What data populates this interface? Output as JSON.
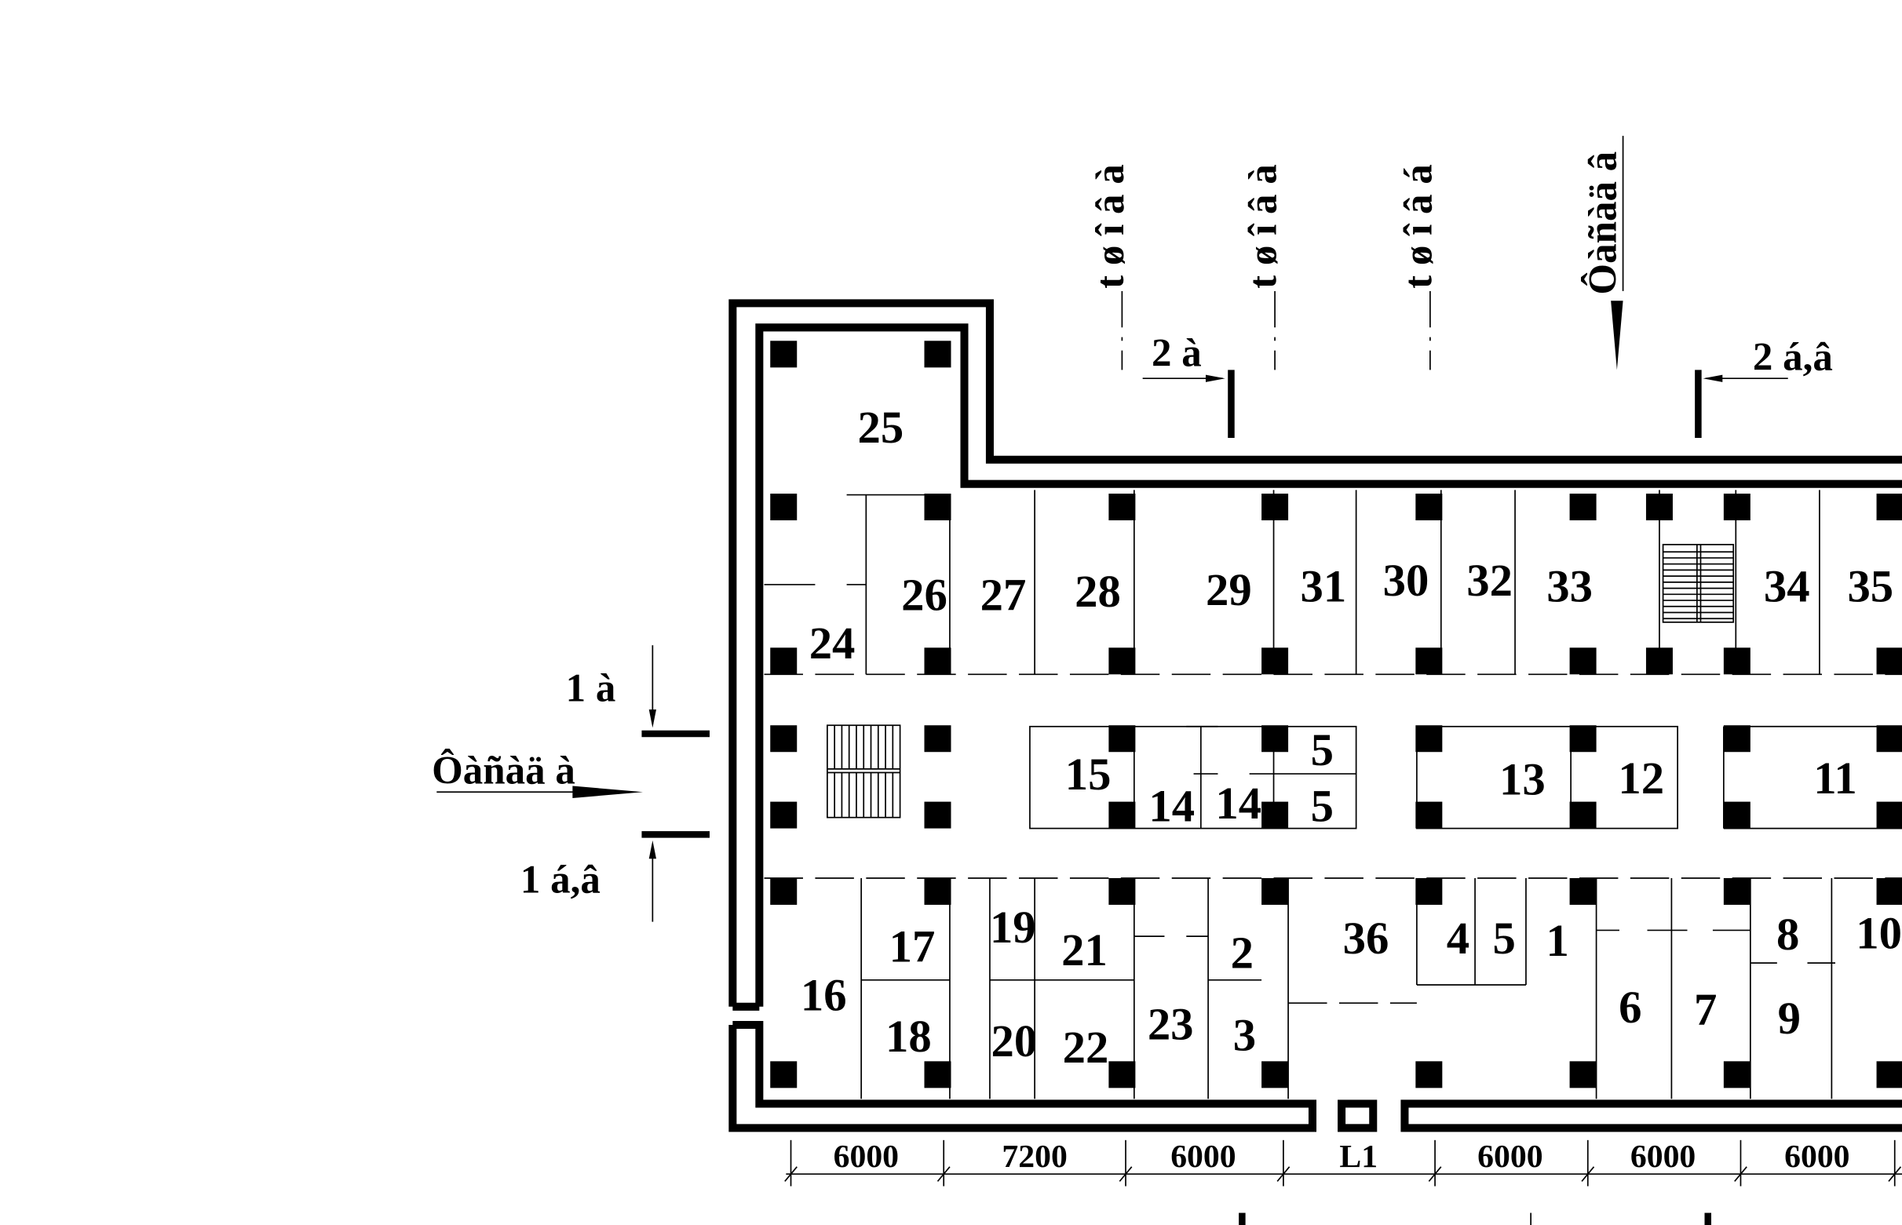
{
  "rooms": {
    "r1": "1",
    "r2": "2",
    "r3": "3",
    "r4": "4",
    "r5a": "5",
    "r5b": "5",
    "r5c": "5",
    "r6": "6",
    "r7": "7",
    "r8": "8",
    "r9": "9",
    "r10": "10",
    "r11": "11",
    "r12": "12",
    "r13": "13",
    "r14a": "14",
    "r14b": "14",
    "r15": "15",
    "r16": "16",
    "r17": "17",
    "r18": "18",
    "r19": "19",
    "r20": "20",
    "r21": "21",
    "r22": "22",
    "r23": "23",
    "r24": "24",
    "r25": "25",
    "r26": "26",
    "r27": "27",
    "r28": "28",
    "r29": "29",
    "r30": "30",
    "r31": "31",
    "r32": "32",
    "r33": "33",
    "r34": "34",
    "r35": "35",
    "r36": "36"
  },
  "dimensions": {
    "d1": "6000",
    "d2": "7200",
    "d3": "6000",
    "d4": "L1",
    "d5": "6000",
    "d6": "6000",
    "d7": "6000"
  },
  "annotations": {
    "left_wind": "Ôàñàä à",
    "left_top_label": "1 à",
    "left_bottom_label": "1 á,â",
    "top_wind": "Ôàñàä â",
    "top_left_label": "2 à",
    "top_right_label": "2 á,â",
    "axis1": "t ø î â à",
    "axis2": "t ø î â à",
    "axis3": "t ø î â á"
  }
}
